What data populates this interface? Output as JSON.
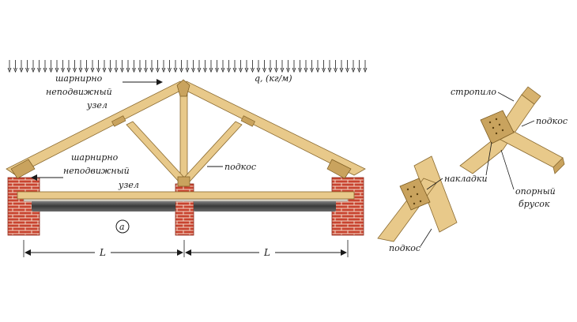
{
  "load_label": "q, (кг/м)",
  "ridge_node": {
    "line1": "шарнирно",
    "line2": "неподвижный",
    "line3": "узел"
  },
  "eave_node": {
    "line1": "шарнирно",
    "line2": "неподвижный",
    "line3": "узел"
  },
  "strut_label": "подкос",
  "figure_marker": "а",
  "span_label_left": "L",
  "span_label_right": "L",
  "detail": {
    "rafter": "стропило",
    "strut_upper": "подкос",
    "plates": "накладки",
    "support_line1": "опорный",
    "support_line2": "брусок",
    "strut_lower": "подкос"
  },
  "colors": {
    "wood": "#e8c98a",
    "wood_dark": "#c9a35e",
    "brick": "#c8432f",
    "mortar": "#f3d9c8",
    "beam": "#4a4a4a"
  },
  "icons": [
    "arrow-down-icon"
  ]
}
